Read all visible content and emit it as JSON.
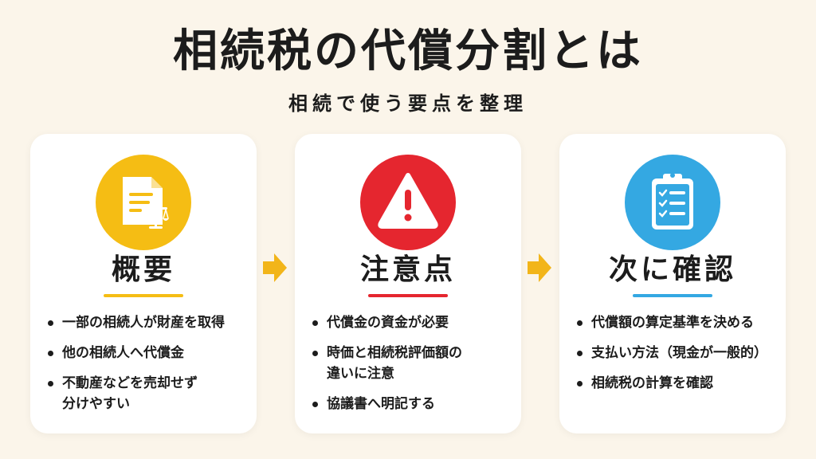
{
  "header": {
    "title": "相続税の代償分割とは",
    "subtitle": "相続で使う要点を整理"
  },
  "colors": {
    "background": "#fbf5ea",
    "yellow": "#f5bd14",
    "red": "#e5262f",
    "blue": "#34a8e2",
    "arrow": "#f2b51a"
  },
  "cards": [
    {
      "heading": "概要",
      "icon": "document-scales-icon",
      "bullets": [
        "一部の相続人が財産を取得",
        "他の相続人へ代償金",
        "不動産などを売却せず\n分けやすい"
      ]
    },
    {
      "heading": "注意点",
      "icon": "warning-icon",
      "bullets": [
        "代償金の資金が必要",
        "時価と相続税評価額の\n違いに注意",
        "協議書へ明記する"
      ]
    },
    {
      "heading": "次に確認",
      "icon": "clipboard-checklist-icon",
      "bullets": [
        "代償額の算定基準を決める",
        "支払い方法（現金が一般的）",
        "相続税の計算を確認"
      ]
    }
  ],
  "arrows": [
    "arrow-right-icon",
    "arrow-right-icon"
  ]
}
